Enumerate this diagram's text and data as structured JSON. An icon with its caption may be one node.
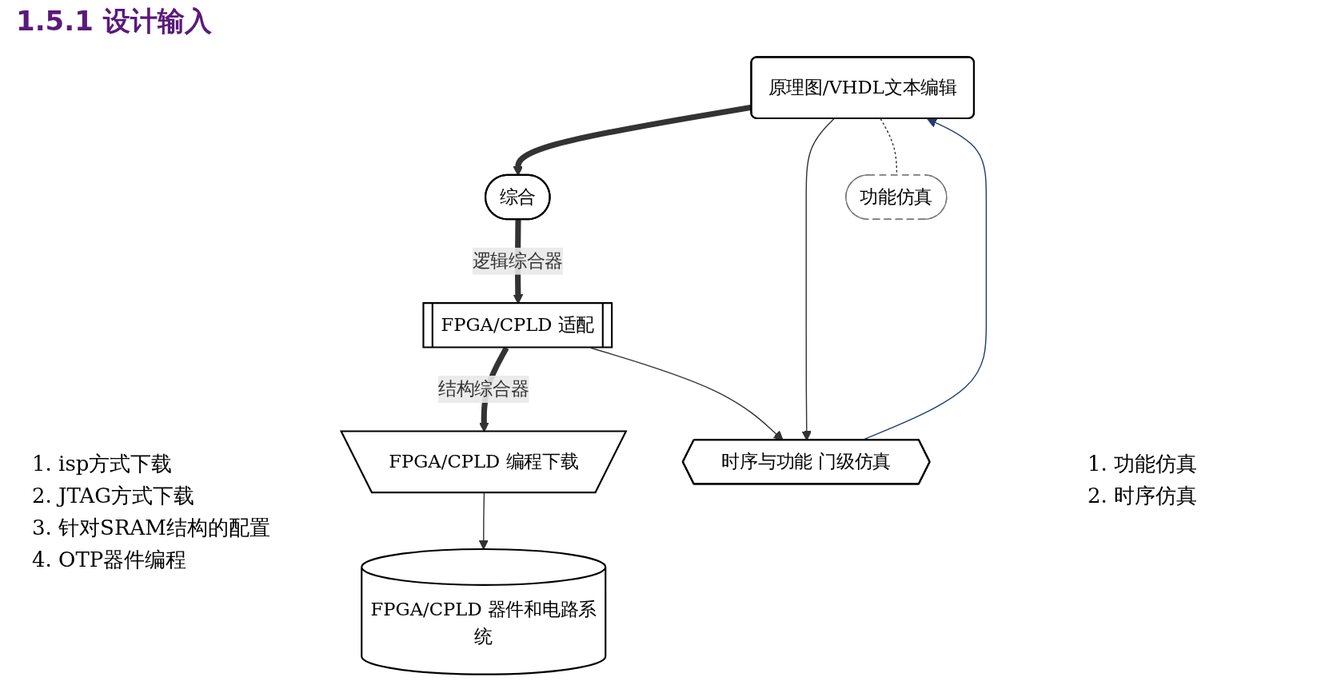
{
  "diagram": {
    "title": "1.5.1 设计输入",
    "nodes": [
      {
        "text": [
          "原理图/VHDL文本编辑"
        ]
      },
      {
        "text": [
          "综合"
        ]
      },
      {
        "text": [
          "FPGA/CPLD 适配"
        ]
      },
      {
        "text": [
          "FPGA/CPLD 编程下载"
        ]
      },
      {
        "text": [
          "FPGA/CPLD 器件和电路系统"
        ]
      },
      {
        "text": [
          "时序与功能 门级仿真"
        ]
      },
      {
        "text": [
          "功能仿真"
        ]
      }
    ],
    "edges": [
      {
        "from": 0,
        "to": 1,
        "arrow": "to",
        "style": "thick"
      },
      {
        "from": 1,
        "to": 2,
        "arrow": "to",
        "style": "thick",
        "label": "逻辑综合器"
      },
      {
        "from": 2,
        "to": 3,
        "arrow": "to",
        "style": "thick",
        "label": "结构综合器"
      },
      {
        "from": 3,
        "to": 4,
        "arrow": "to"
      },
      {
        "from": 0,
        "to": 5,
        "arrow": "to"
      },
      {
        "from": 0,
        "to": 6,
        "arrow": "none",
        "style": "dashed"
      },
      {
        "from": 2,
        "to": 5,
        "arrow": "to"
      },
      {
        "from": 5,
        "to": 0,
        "arrow": "to",
        "color": "#1f3d6e"
      }
    ],
    "labels": [
      "1. isp方式下载",
      "2. JTAG方式下载",
      "3. 针对SRAM结构的配置",
      "4. OTP器件编程",
      "1. 功能仿真",
      "2. 时序仿真"
    ]
  }
}
